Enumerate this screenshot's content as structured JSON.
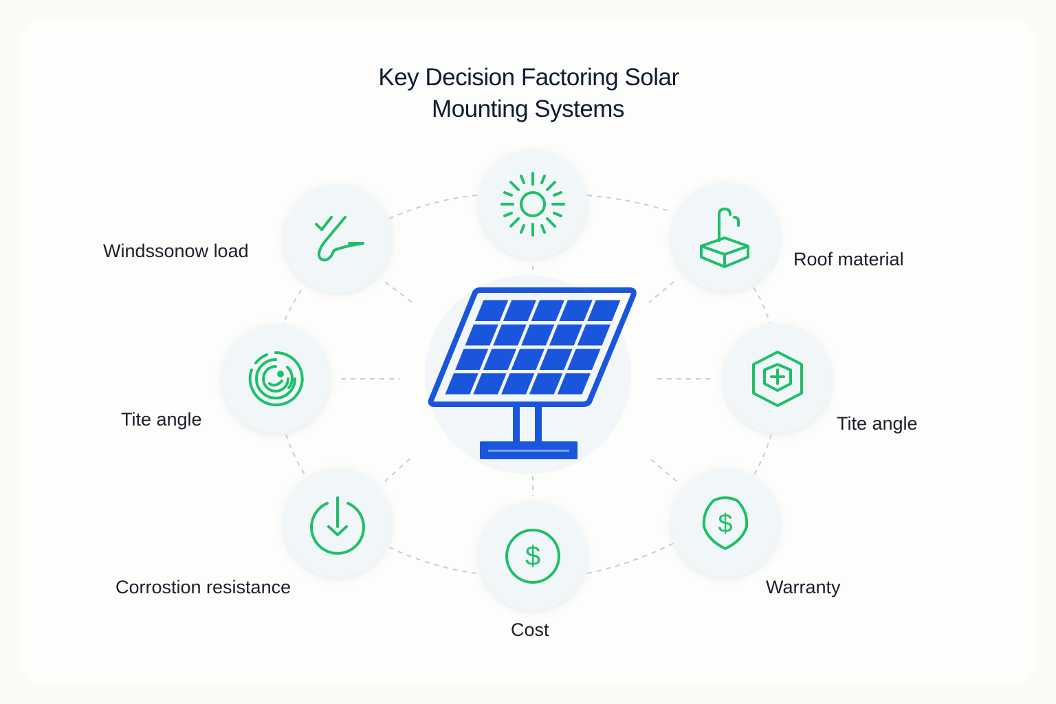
{
  "title": {
    "line1": "Key Decision Factoring Solar",
    "line2": "Mounting Systems"
  },
  "colors": {
    "accent_green": "#1fbf6a",
    "panel_blue": "#1a56db",
    "title_text": "#0f1a33"
  },
  "center": {
    "icon": "solar-panel-icon"
  },
  "factors": [
    {
      "id": "top",
      "icon": "sun-icon",
      "label": ""
    },
    {
      "id": "wind-snow",
      "icon": "wind-snow-icon",
      "label": "Windssonow load"
    },
    {
      "id": "roof",
      "icon": "roof-material-icon",
      "label": "Roof material"
    },
    {
      "id": "tilt-left",
      "icon": "target-icon",
      "label": "Tite angle"
    },
    {
      "id": "tilt-right",
      "icon": "hexagon-shield-icon",
      "label": "Tite angle"
    },
    {
      "id": "corrosion",
      "icon": "power-drop-icon",
      "label": "Corrostion resistance"
    },
    {
      "id": "cost",
      "icon": "dollar-coin-icon",
      "label": "Cost"
    },
    {
      "id": "warranty",
      "icon": "dollar-shield-icon",
      "label": "Warranty"
    }
  ]
}
